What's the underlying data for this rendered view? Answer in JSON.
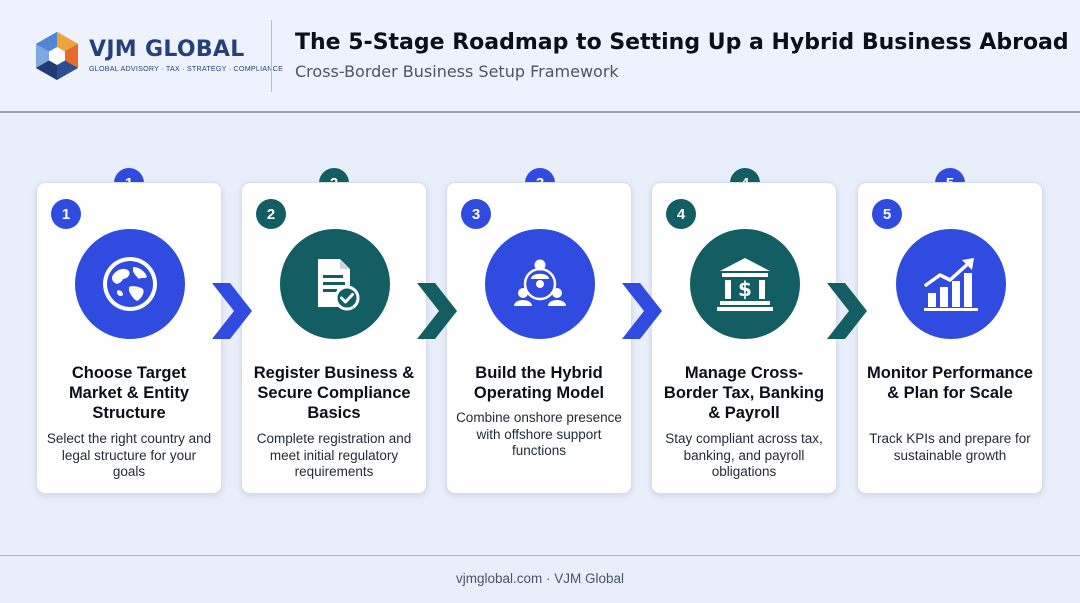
{
  "brand": {
    "name": "VJM GLOBAL",
    "tagline": "GLOBAL ADVISORY · TAX · STRATEGY · COMPLIANCE"
  },
  "header": {
    "title": "The 5-Stage Roadmap to Setting Up a Hybrid Business Abroad",
    "subtitle": "Cross-Border Business Setup Framework"
  },
  "colors": {
    "blue": "#2f4be0",
    "teal": "#125e62"
  },
  "stages": [
    {
      "number": "1",
      "color": "blue",
      "icon": "globe-icon",
      "title": "Choose Target Market & Entity Structure",
      "description": "Select the right country and legal structure for your goals"
    },
    {
      "number": "2",
      "color": "teal",
      "icon": "document-check-icon",
      "title": "Register Business & Secure Compliance Basics",
      "description": "Complete registration and meet initial regulatory requirements"
    },
    {
      "number": "3",
      "color": "blue",
      "icon": "team-network-icon",
      "title": "Build the Hybrid Operating Model",
      "description": "Combine onshore presence with offshore support functions"
    },
    {
      "number": "4",
      "color": "teal",
      "icon": "bank-dollar-icon",
      "title": "Manage Cross-Border Tax, Banking & Payroll",
      "description": "Stay compliant across tax, banking, and payroll obligations"
    },
    {
      "number": "5",
      "color": "blue",
      "icon": "growth-chart-icon",
      "title": "Monitor Performance & Plan for Scale",
      "description": "Track KPIs and prepare for sustainable growth"
    }
  ],
  "footer": "vjmglobal.com · VJM Global"
}
